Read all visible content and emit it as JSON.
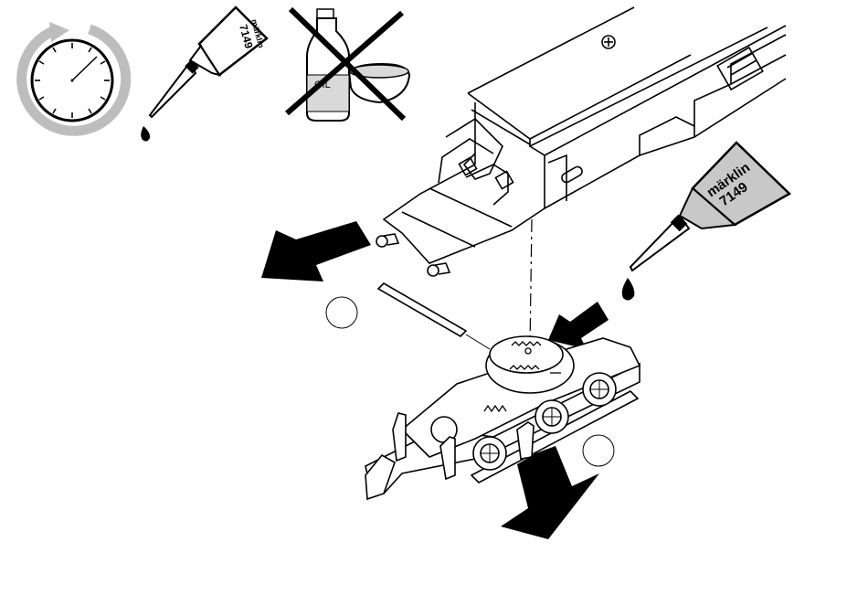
{
  "icons": {
    "interval": {
      "name": "stopwatch-icon"
    },
    "oil_bottle_small": {
      "brand": "märklin",
      "number": "7149"
    },
    "no_oil": {
      "label": "OIL"
    }
  },
  "oil_bottle_large": {
    "brand": "märklin",
    "number": "7149"
  },
  "step_markers": [
    {
      "name": "step-marker-1",
      "text": ""
    },
    {
      "name": "step-marker-2",
      "text": ""
    }
  ],
  "colors": {
    "line": "#000000",
    "gray_fill": "#d9d9d9",
    "dark_gray": "#9a9a9a",
    "arrow": "#000000"
  }
}
